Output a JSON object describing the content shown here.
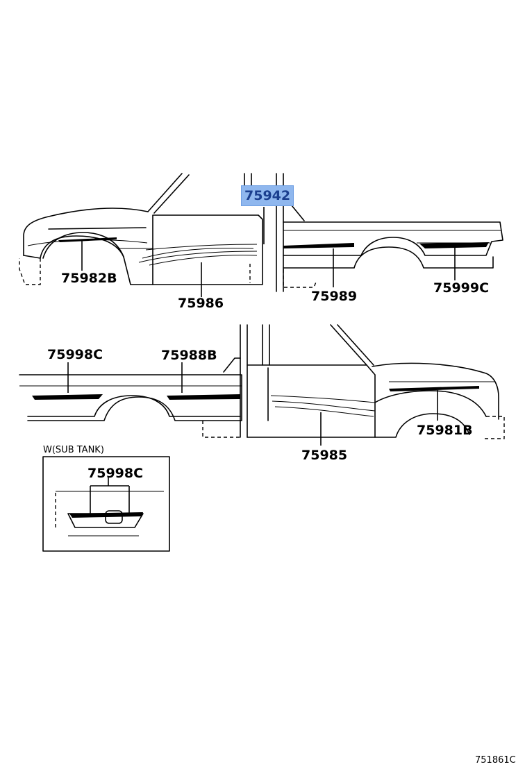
{
  "labels": {
    "p75942": "75942",
    "p75982b": "75982B",
    "p75986": "75986",
    "p75989": "75989",
    "p75999c": "75999C",
    "p75998c": "75998C",
    "p75988b": "75988B",
    "p75981b": "75981B",
    "p75985": "75985",
    "p75998c_inset": "75998C"
  },
  "inset_title": "W(SUB TANK)",
  "drawing_code": "751861C",
  "colors": {
    "highlight_bg": "#8fb7ee",
    "highlight_text": "#1b3f8f",
    "line": "#000000"
  }
}
